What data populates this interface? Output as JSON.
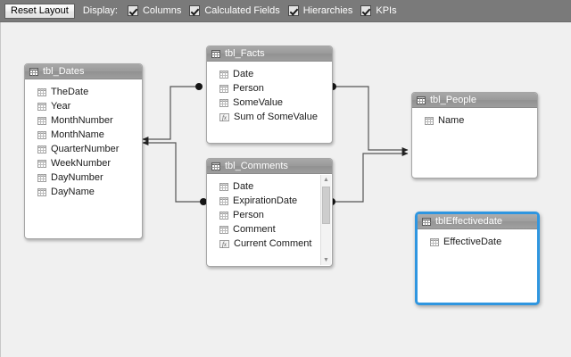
{
  "toolbar": {
    "reset_label": "Reset Layout",
    "display_label": "Display:",
    "checkboxes": [
      {
        "label": "Columns",
        "checked": true
      },
      {
        "label": "Calculated Fields",
        "checked": true
      },
      {
        "label": "Hierarchies",
        "checked": true
      },
      {
        "label": "KPIs",
        "checked": true
      }
    ],
    "background_color": "#7a7a7a",
    "text_color": "#ffffff"
  },
  "canvas": {
    "background_color": "#f0f0f0",
    "line_color": "#555555"
  },
  "tables": [
    {
      "id": "tbl-dates",
      "title": "tbl_Dates",
      "selected": false,
      "header_icon": "table-icon",
      "fields": [
        {
          "label": "TheDate",
          "icon": "column-icon"
        },
        {
          "label": "Year",
          "icon": "column-icon"
        },
        {
          "label": "MonthNumber",
          "icon": "column-icon"
        },
        {
          "label": "MonthName",
          "icon": "column-icon"
        },
        {
          "label": "QuarterNumber",
          "icon": "column-icon"
        },
        {
          "label": "WeekNumber",
          "icon": "column-icon"
        },
        {
          "label": "DayNumber",
          "icon": "column-icon"
        },
        {
          "label": "DayName",
          "icon": "column-icon"
        }
      ]
    },
    {
      "id": "tbl-facts",
      "title": "tbl_Facts",
      "selected": false,
      "header_icon": "table-icon",
      "fields": [
        {
          "label": "Date",
          "icon": "column-icon"
        },
        {
          "label": "Person",
          "icon": "column-icon"
        },
        {
          "label": "SomeValue",
          "icon": "column-icon"
        },
        {
          "label": "Sum of SomeValue",
          "icon": "calculated-field-icon"
        }
      ]
    },
    {
      "id": "tbl-comments",
      "title": "tbl_Comments",
      "selected": false,
      "header_icon": "table-icon",
      "scrollbar": true,
      "fields": [
        {
          "label": "Date",
          "icon": "column-icon"
        },
        {
          "label": "ExpirationDate",
          "icon": "column-icon"
        },
        {
          "label": "Person",
          "icon": "column-icon"
        },
        {
          "label": "Comment",
          "icon": "column-icon"
        },
        {
          "label": "Current Comment",
          "icon": "calculated-field-icon"
        }
      ]
    },
    {
      "id": "tbl-people",
      "title": "tbl_People",
      "selected": false,
      "header_icon": "table-icon",
      "fields": [
        {
          "label": "Name",
          "icon": "column-icon"
        }
      ]
    },
    {
      "id": "tbl-effectivedate",
      "title": "tblEffectivedate",
      "selected": true,
      "selection_color": "#2f96e0",
      "header_icon": "table-icon",
      "fields": [
        {
          "label": "EffectiveDate",
          "icon": "column-icon"
        }
      ]
    }
  ],
  "relationships": [
    {
      "from": "tbl_Facts",
      "to": "tbl_Dates",
      "from_cardinality": "many",
      "to_cardinality": "one"
    },
    {
      "from": "tbl_Comments",
      "to": "tbl_Dates",
      "from_cardinality": "many",
      "to_cardinality": "one"
    },
    {
      "from": "tbl_Facts",
      "to": "tbl_People",
      "from_cardinality": "many",
      "to_cardinality": "one"
    },
    {
      "from": "tbl_Comments",
      "to": "tbl_People",
      "from_cardinality": "many",
      "to_cardinality": "one"
    }
  ]
}
